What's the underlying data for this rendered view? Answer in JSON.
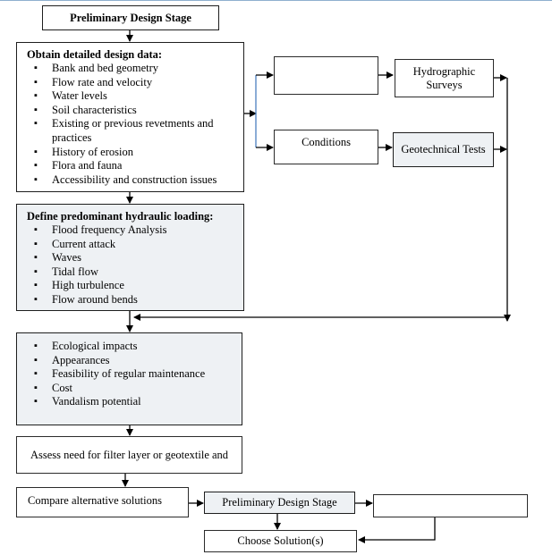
{
  "top_box": {
    "label": "Preliminary Design Stage"
  },
  "design_data": {
    "title": "Obtain detailed design data:",
    "items": [
      "Bank and bed geometry",
      "Flow rate and velocity",
      "Water levels",
      "Soil characteristics",
      "Existing or previous revetments and practices",
      "History of erosion",
      "Flora and fauna",
      "Accessibility and construction issues"
    ]
  },
  "hydraulic": {
    "title": "Define predominant hydraulic loading:",
    "items": [
      "Flood frequency Analysis",
      "Current attack",
      "Waves",
      "Tidal flow",
      "High turbulence",
      "Flow around bends"
    ]
  },
  "right_column": {
    "empty_box_label": "",
    "conditions_label": "Conditions",
    "hydrographic_label": "Hydrographic Surveys",
    "geotechnical_label": "Geotechnical Tests"
  },
  "considerations": {
    "items": [
      "Ecological impacts",
      "Appearances",
      "Feasibility of regular maintenance",
      "Cost",
      "Vandalism potential"
    ]
  },
  "filter_box": {
    "label": "Assess need for filter layer or geotextile and"
  },
  "compare_box": {
    "label": "Compare alternative solutions"
  },
  "prelim_box_2": {
    "label": "Preliminary Design Stage"
  },
  "blank_box": {
    "label": ""
  },
  "choose_box": {
    "label": "Choose Solution(s)"
  },
  "colors": {
    "shade": "#eef1f4",
    "split_line": "#4a7fbf",
    "line": "#000000"
  }
}
